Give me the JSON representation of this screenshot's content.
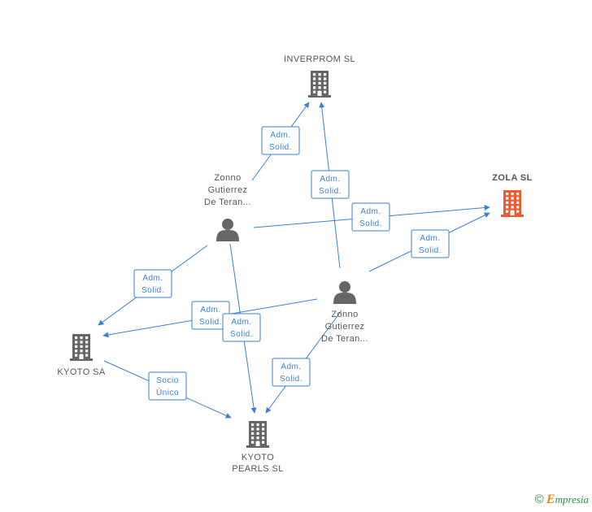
{
  "colors": {
    "edge": "#3a7fd5",
    "company": "#666666",
    "company_highlight": "#ee5a33",
    "person": "#666666",
    "label": "#555555"
  },
  "nodes": [
    {
      "id": "inverprom",
      "kind": "company",
      "icon": "building-icon",
      "label": [
        "INVERPROM SL"
      ]
    },
    {
      "id": "zola",
      "kind": "company",
      "icon": "building-icon",
      "highlight": true,
      "label": [
        "ZOLA SL"
      ]
    },
    {
      "id": "kyoto_sa",
      "kind": "company",
      "icon": "building-icon",
      "label": [
        "KYOTO SA"
      ]
    },
    {
      "id": "kyoto_pearls",
      "kind": "company",
      "icon": "building-icon",
      "label": [
        "KYOTO",
        "PEARLS SL"
      ]
    },
    {
      "id": "zonno1",
      "kind": "person",
      "icon": "person-icon",
      "label": [
        "Zonno",
        "Gutierrez",
        "De Teran..."
      ]
    },
    {
      "id": "zonno2",
      "kind": "person",
      "icon": "person-icon",
      "label": [
        "Zonno",
        "Gutierrez",
        "De Teran..."
      ]
    }
  ],
  "edges": [
    {
      "from": "zonno1",
      "to": "inverprom",
      "label": [
        "Adm.",
        "Solid."
      ]
    },
    {
      "from": "zonno2",
      "to": "inverprom",
      "label": [
        "Adm.",
        "Solid."
      ]
    },
    {
      "from": "zonno1",
      "to": "zola",
      "label": [
        "Adm.",
        "Solid."
      ]
    },
    {
      "from": "zonno2",
      "to": "zola",
      "label": [
        "Adm.",
        "Solid."
      ]
    },
    {
      "from": "zonno1",
      "to": "kyoto_sa",
      "label": [
        "Adm.",
        "Solid."
      ]
    },
    {
      "from": "zonno2",
      "to": "kyoto_sa",
      "label": [
        "Adm.",
        "Solid."
      ]
    },
    {
      "from": "zonno1",
      "to": "kyoto_pearls",
      "label": [
        "Adm.",
        "Solid."
      ]
    },
    {
      "from": "zonno2",
      "to": "kyoto_pearls",
      "label": [
        "Adm.",
        "Solid."
      ]
    },
    {
      "from": "kyoto_sa",
      "to": "kyoto_pearls",
      "label": [
        "Socio",
        "Único"
      ]
    }
  ],
  "copyright": {
    "symbol": "©",
    "brand_initial": "E",
    "brand_rest": "mpresia"
  }
}
